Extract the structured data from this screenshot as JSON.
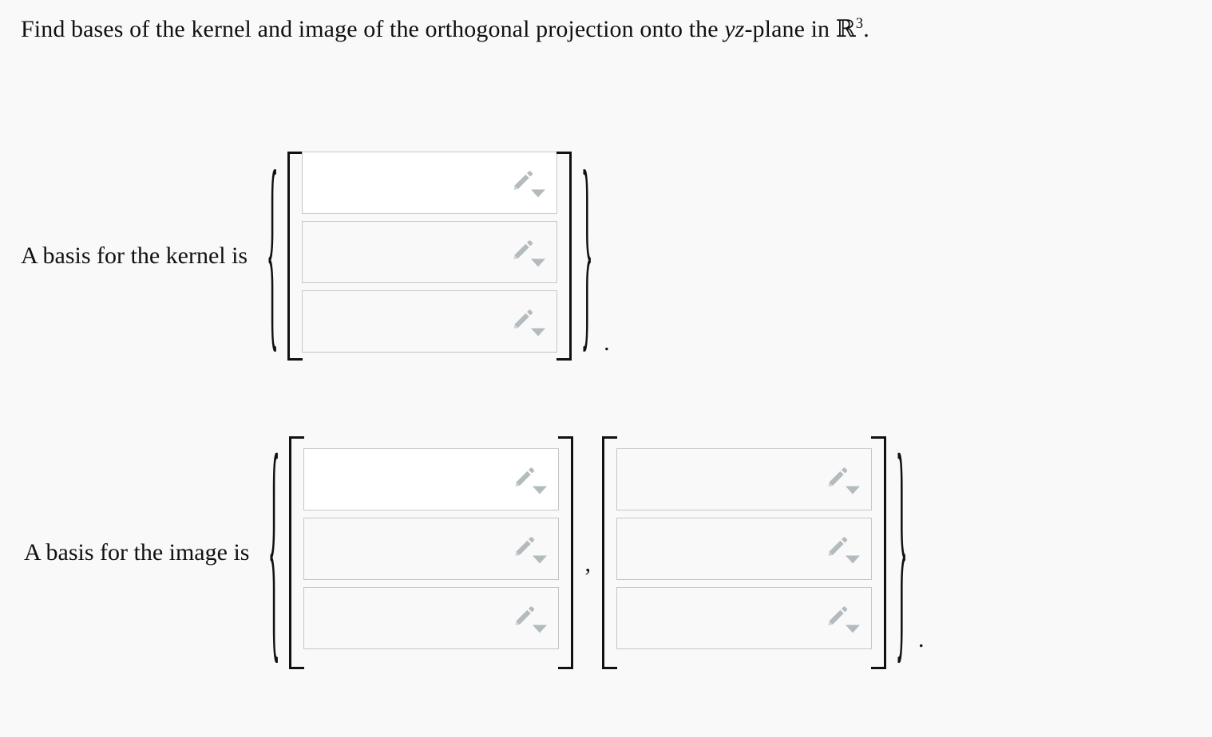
{
  "page": {
    "background_color": "#f9f9f9",
    "text_color": "#111111"
  },
  "question": {
    "prefix": "Find bases of the kernel and image of the orthogonal projection onto the ",
    "math_variable": "yz",
    "middle": "-plane in ",
    "space_symbol": "ℝ",
    "exponent": "3",
    "suffix": "."
  },
  "answers": [
    {
      "id": "kernel",
      "label": "A basis for the kernel is",
      "open_brace": "{",
      "close_brace": "}",
      "terminator": ".",
      "separator": "",
      "matrices": [
        {
          "id": "kernel-vector-1",
          "left_bracket": "[",
          "right_bracket": "]",
          "cells": [
            {
              "value": "",
              "placeholder": "",
              "active": true
            },
            {
              "value": "",
              "placeholder": "",
              "active": false
            },
            {
              "value": "",
              "placeholder": "",
              "active": false
            }
          ]
        }
      ]
    },
    {
      "id": "image",
      "label": "A basis for the image is",
      "open_brace": "{",
      "close_brace": "}",
      "terminator": ".",
      "separator": ",",
      "matrices": [
        {
          "id": "image-vector-1",
          "left_bracket": "[",
          "right_bracket": "]",
          "cells": [
            {
              "value": "",
              "placeholder": "",
              "active": true
            },
            {
              "value": "",
              "placeholder": "",
              "active": false
            },
            {
              "value": "",
              "placeholder": "",
              "active": false
            }
          ]
        },
        {
          "id": "image-vector-2",
          "left_bracket": "[",
          "right_bracket": "]",
          "cells": [
            {
              "value": "",
              "placeholder": "",
              "active": false
            },
            {
              "value": "",
              "placeholder": "",
              "active": false
            },
            {
              "value": "",
              "placeholder": "",
              "active": false
            }
          ]
        }
      ]
    }
  ],
  "icons": {
    "pencil": "pencil-icon",
    "caret": "chevron-down-icon",
    "pencil_color": "#b4bbbf",
    "caret_color": "#b4bbbf"
  }
}
